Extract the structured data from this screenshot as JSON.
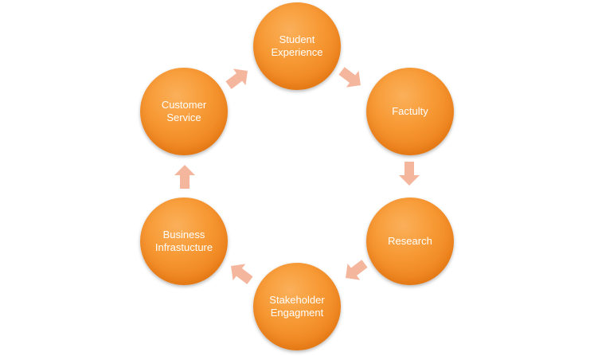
{
  "diagram": {
    "nodes": [
      {
        "label": "Student\nExperience"
      },
      {
        "label": "Factulty"
      },
      {
        "label": "Research"
      },
      {
        "label": "Stakeholder\nEngagment"
      },
      {
        "label": "Business\nInfrastucture"
      },
      {
        "label": "Customer\nService"
      }
    ],
    "arrow_color": "#f5b69e",
    "node_color": "#f7941d"
  }
}
